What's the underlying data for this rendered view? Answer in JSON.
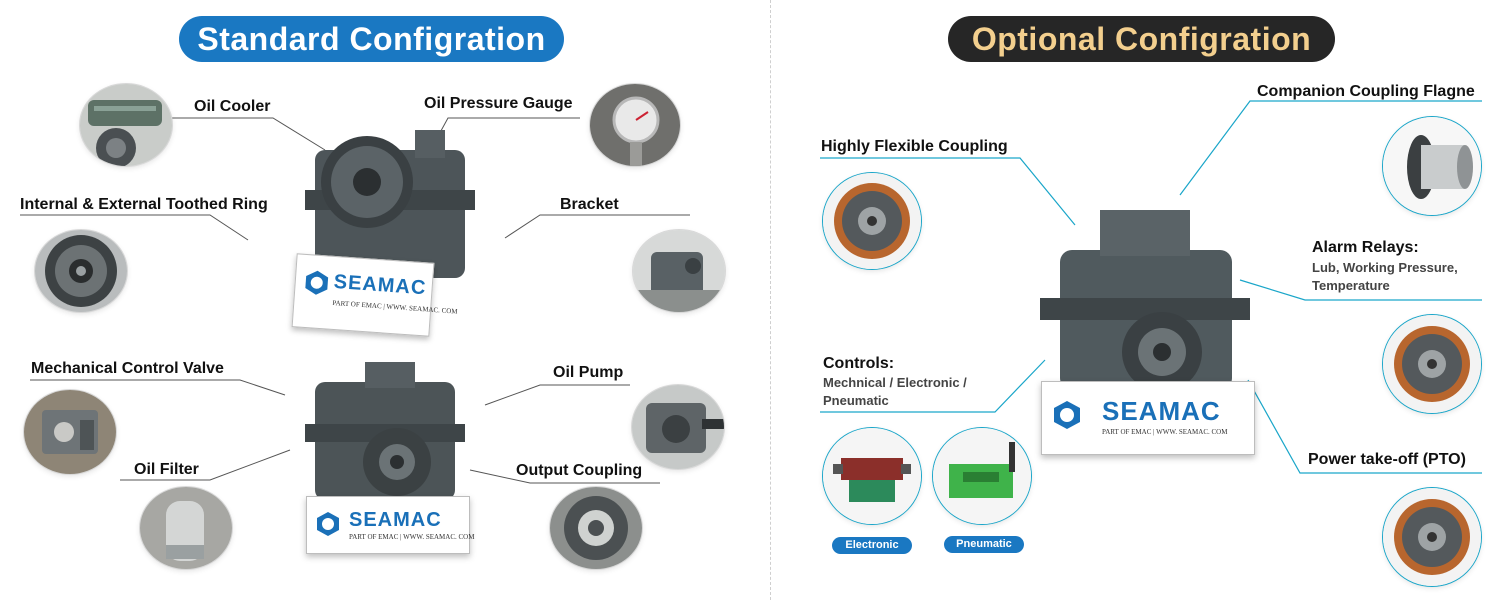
{
  "standard": {
    "title": "Standard Configration",
    "labels": {
      "oil_cooler": "Oil Cooler",
      "oil_pressure_gauge": "Oil Pressure Gauge",
      "toothed_ring": "Internal & External Toothed Ring",
      "bracket": "Bracket",
      "mechanical_control_valve": "Mechanical Control Valve",
      "oil_pump": "Oil Pump",
      "oil_filter": "Oil Filter",
      "output_coupling": "Output Coupling"
    }
  },
  "optional": {
    "title": "Optional Configration",
    "labels": {
      "companion_coupling": "Companion Coupling Flagne",
      "highly_flexible_coupling": "Highly Flexible Coupling",
      "alarm_relays": "Alarm Relays:",
      "alarm_relays_detail": "Lub, Working Pressure,",
      "alarm_relays_detail2": "Temperature",
      "controls": "Controls:",
      "controls_detail": "Mechnical / Electronic /",
      "controls_detail2": "Pneumatic",
      "pto": "Power take-off  (PTO)"
    },
    "tags": {
      "electronic": "Electronic",
      "pneumatic": "Pneumatic"
    }
  },
  "brand": {
    "name": "SEAMAC",
    "tagline": "PART OF EMAC | WWW. SEAMAC. COM"
  },
  "colors": {
    "blue_pill": "#1a78c2",
    "dark_pill": "#262626",
    "gold_text": "#f3cf8e",
    "leader_cyan": "#1aa6c9"
  }
}
